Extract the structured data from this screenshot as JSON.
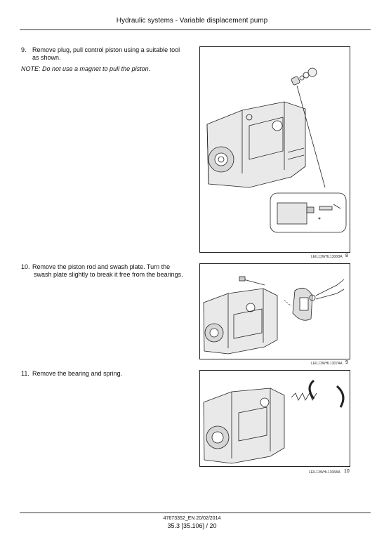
{
  "header": {
    "title": "Hydraulic systems - Variable displacement pump"
  },
  "steps": [
    {
      "number": "9.",
      "line1": "Remove plug, pull control piston using a suitable tool",
      "line2": "as shown.",
      "note": "NOTE: Do not use a magnet to pull the piston."
    },
    {
      "number": "10.",
      "line1": "Remove the piston rod and swash plate.  Turn the",
      "line2": "swash plate slightly to break it free from the bearings."
    },
    {
      "number": "11.",
      "line1": "Remove the bearing and spring.",
      "line2": ""
    }
  ],
  "figures": [
    {
      "code": "LEIL13WHL1306BA",
      "number": "8"
    },
    {
      "code": "LEIL13WHL1307AA",
      "number": "9"
    },
    {
      "code": "LEIL13WHL1308AA",
      "number": "10"
    }
  ],
  "footer": {
    "doc": "47673352_EN 20/02/2014",
    "page": "35.3 [35.106] / 20"
  }
}
